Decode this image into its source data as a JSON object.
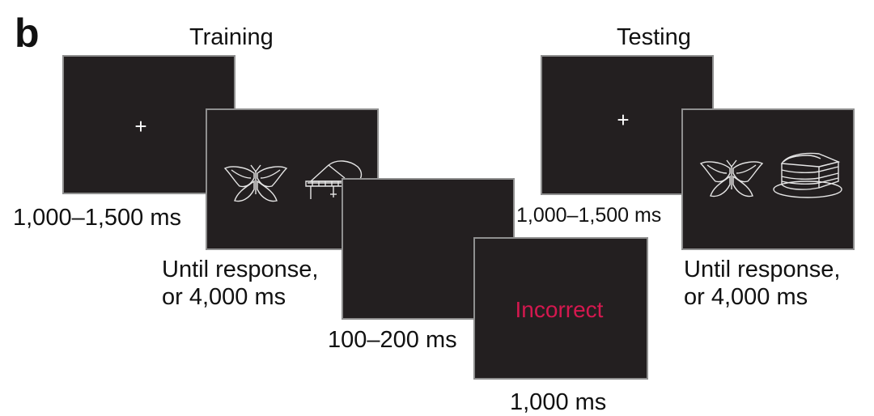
{
  "panel_letter": "b",
  "training": {
    "title": "Training",
    "fixation": {
      "symbol": "+",
      "duration": "1,000–1,500 ms"
    },
    "choice": {
      "duration_line1": "Until response,",
      "duration_line2": "or 4,000 ms",
      "images": [
        "butterfly-icon",
        "piano-icon"
      ]
    },
    "blank": {
      "duration": "100–200 ms"
    },
    "feedback": {
      "text": "Incorrect",
      "color": "#d4184f",
      "duration": "1,000 ms"
    }
  },
  "testing": {
    "title": "Testing",
    "fixation": {
      "symbol": "+",
      "duration": "1,000–1,500 ms"
    },
    "choice": {
      "duration_line1": "Until response,",
      "duration_line2": "or 4,000 ms",
      "images": [
        "butterfly-icon",
        "cake-icon"
      ]
    }
  }
}
